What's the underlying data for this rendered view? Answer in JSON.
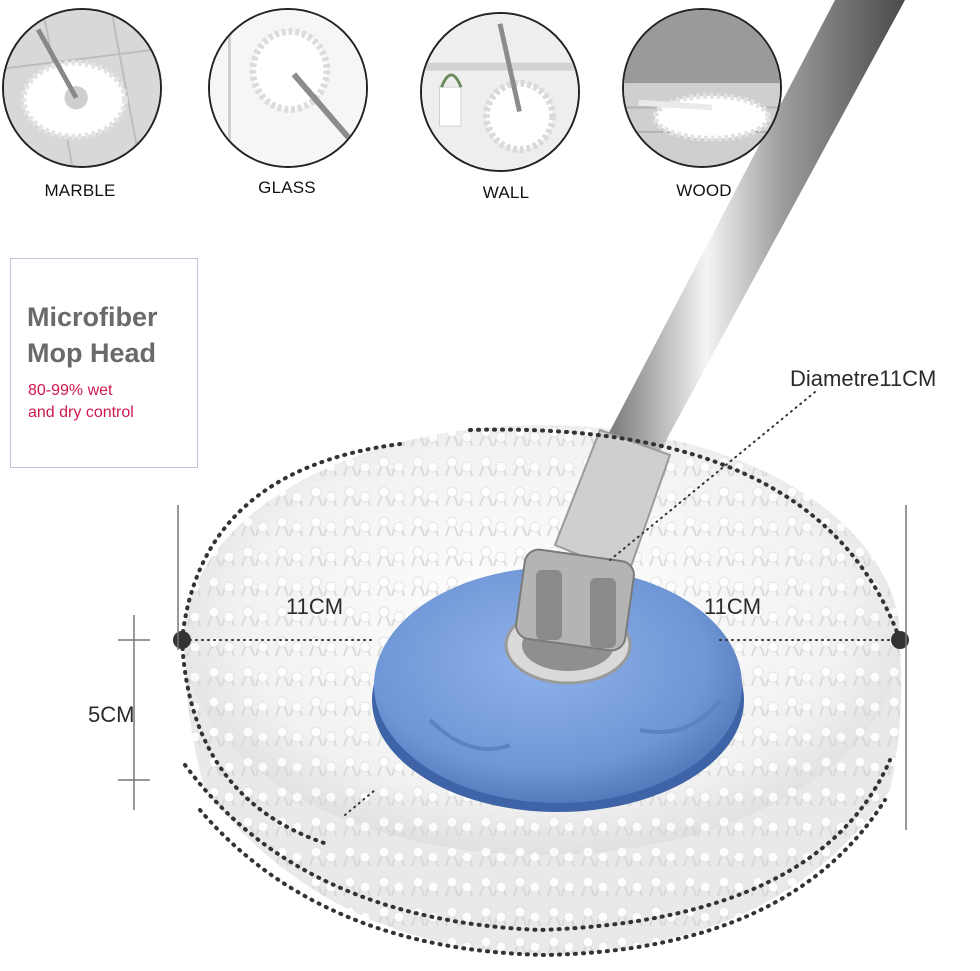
{
  "surfaces": [
    {
      "label": "MARBLE",
      "icon": "marble-floor-mop-photo"
    },
    {
      "label": "GLASS",
      "icon": "glass-cleaning-mop-photo"
    },
    {
      "label": "WALL",
      "icon": "wall-cleaning-mop-photo"
    },
    {
      "label": "WOOD",
      "icon": "wood-floor-mop-photo"
    }
  ],
  "info_card": {
    "title_line1": "Microfiber",
    "title_line2": "Mop Head",
    "subtitle_line1": "80-99% wet",
    "subtitle_line2": "and dry control"
  },
  "dimensions": {
    "diameter": "Diametre11CM",
    "left_radius": "11CM",
    "right_radius": "11CM",
    "height": "5CM"
  },
  "colors": {
    "hub_blue": "#6f96d6",
    "accent_pink": "#d0184f",
    "title_gray": "#6a6a6a",
    "handle_silver": "#b8b8b8"
  }
}
